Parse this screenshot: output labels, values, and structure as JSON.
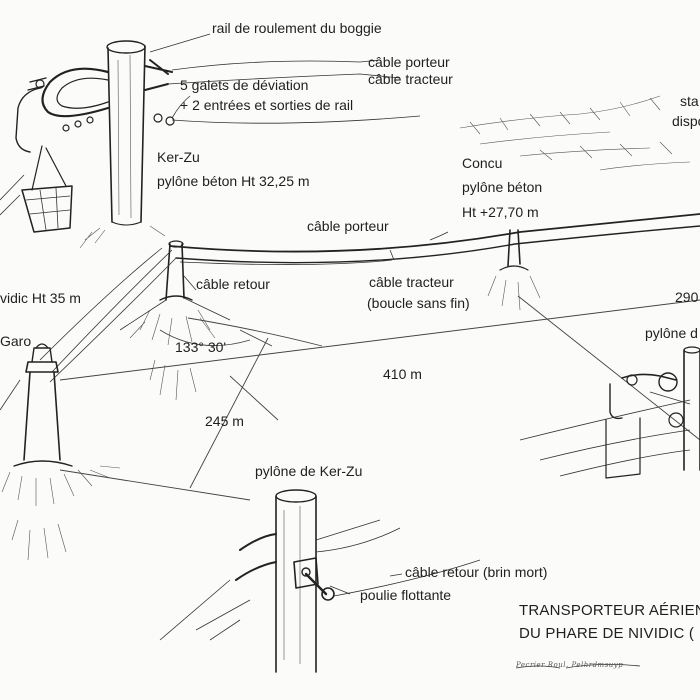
{
  "labels": {
    "rail_roulement": "rail de roulement du boggie",
    "cable_porteur_top": "câble porteur",
    "cable_tracteur_top": "câble tracteur",
    "galets_line1": "5 galets de déviation",
    "galets_line2": "+ 2 entrées et sorties de rail",
    "kerzu_name": "Ker-Zu",
    "kerzu_pylone": "pylône béton Ht 32,25 m",
    "concu_name": "Concu",
    "concu_pylone": "pylône béton",
    "concu_height": "Ht +27,70 m",
    "station_partial_1": "sta",
    "station_partial_2": "dispo",
    "cable_porteur_mid": "câble porteur",
    "cable_retour_mid": "câble retour",
    "cable_tracteur_mid": "câble tracteur",
    "boucle_sans_fin": "(boucle sans fin)",
    "nividic_height": "vidic Ht 35 m",
    "garo": "Garo",
    "angle": "133° 30'",
    "dist_410": "410 m",
    "dist_245": "245 m",
    "dist_290_partial": "290",
    "pylone_partial": "pylône d",
    "pylone_kerzu_detail": "pylône de Ker-Zu",
    "cable_retour_brin_mort": "câble retour (brin mort)",
    "poulie_flottante": "poulie flottante",
    "title_line1": "TRANSPORTEUR AÉRIEN",
    "title_line2": "DU PHARE DE NIVIDIC (",
    "signature": "Pecrier Roul. Pelhrdmsuyp"
  },
  "colors": {
    "paper": "#fbfbf9",
    "ink": "#222222"
  }
}
